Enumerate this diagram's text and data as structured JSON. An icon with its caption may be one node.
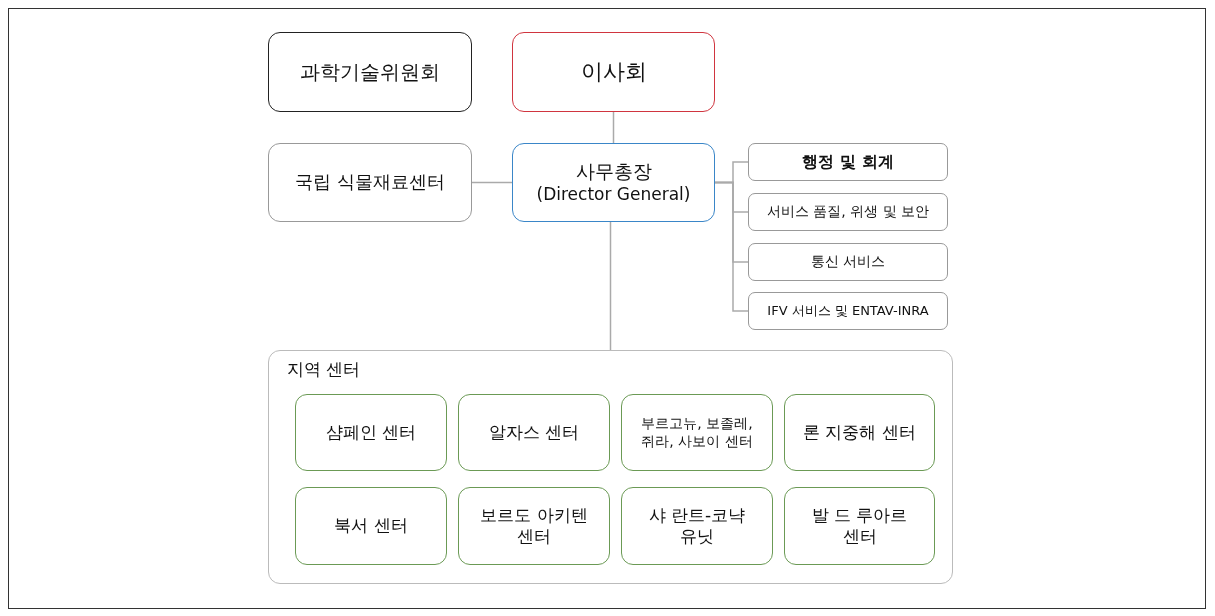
{
  "diagram": {
    "nodes": [
      {
        "text": [
          "과학기술위원회"
        ]
      },
      {
        "text": [
          "이사회"
        ]
      },
      {
        "text": [
          "국립 식물재료센터"
        ]
      },
      {
        "text": [
          "사무총장",
          "(Director General)"
        ]
      },
      {
        "text": [
          "행정 및 회계"
        ]
      },
      {
        "text": [
          "서비스 품질, 위생 및 보안"
        ]
      },
      {
        "text": [
          "통신 서비스"
        ]
      },
      {
        "text": [
          "IFV 서비스 및 ENTAV-INRA"
        ]
      },
      {
        "text": [
          "지역 센터"
        ]
      },
      {
        "text": [
          "샴페인 센터"
        ],
        "in": 8
      },
      {
        "text": [
          "알자스 센터"
        ],
        "in": 8
      },
      {
        "text": [
          "부르고뉴, 보졸레, 쥐라, 사보이 센터"
        ],
        "in": 8
      },
      {
        "text": [
          "론 지중해 센터"
        ],
        "in": 8
      },
      {
        "text": [
          "북서 센터"
        ],
        "in": 8
      },
      {
        "text": [
          "보르도 아키텐 센터"
        ],
        "in": 8
      },
      {
        "text": [
          "샤 란트-코냑 유닛"
        ],
        "in": 8
      },
      {
        "text": [
          "발 드 루아르 센터"
        ],
        "in": 8
      }
    ],
    "edges": [
      {
        "from": 1,
        "to": 3,
        "arrow": "none"
      },
      {
        "from": 2,
        "to": 3,
        "arrow": "none"
      },
      {
        "from": 3,
        "to": 4,
        "arrow": "none"
      },
      {
        "from": 3,
        "to": 5,
        "arrow": "none"
      },
      {
        "from": 3,
        "to": 6,
        "arrow": "none"
      },
      {
        "from": 3,
        "to": 7,
        "arrow": "none"
      },
      {
        "from": 3,
        "to": 8,
        "arrow": "none"
      }
    ]
  }
}
